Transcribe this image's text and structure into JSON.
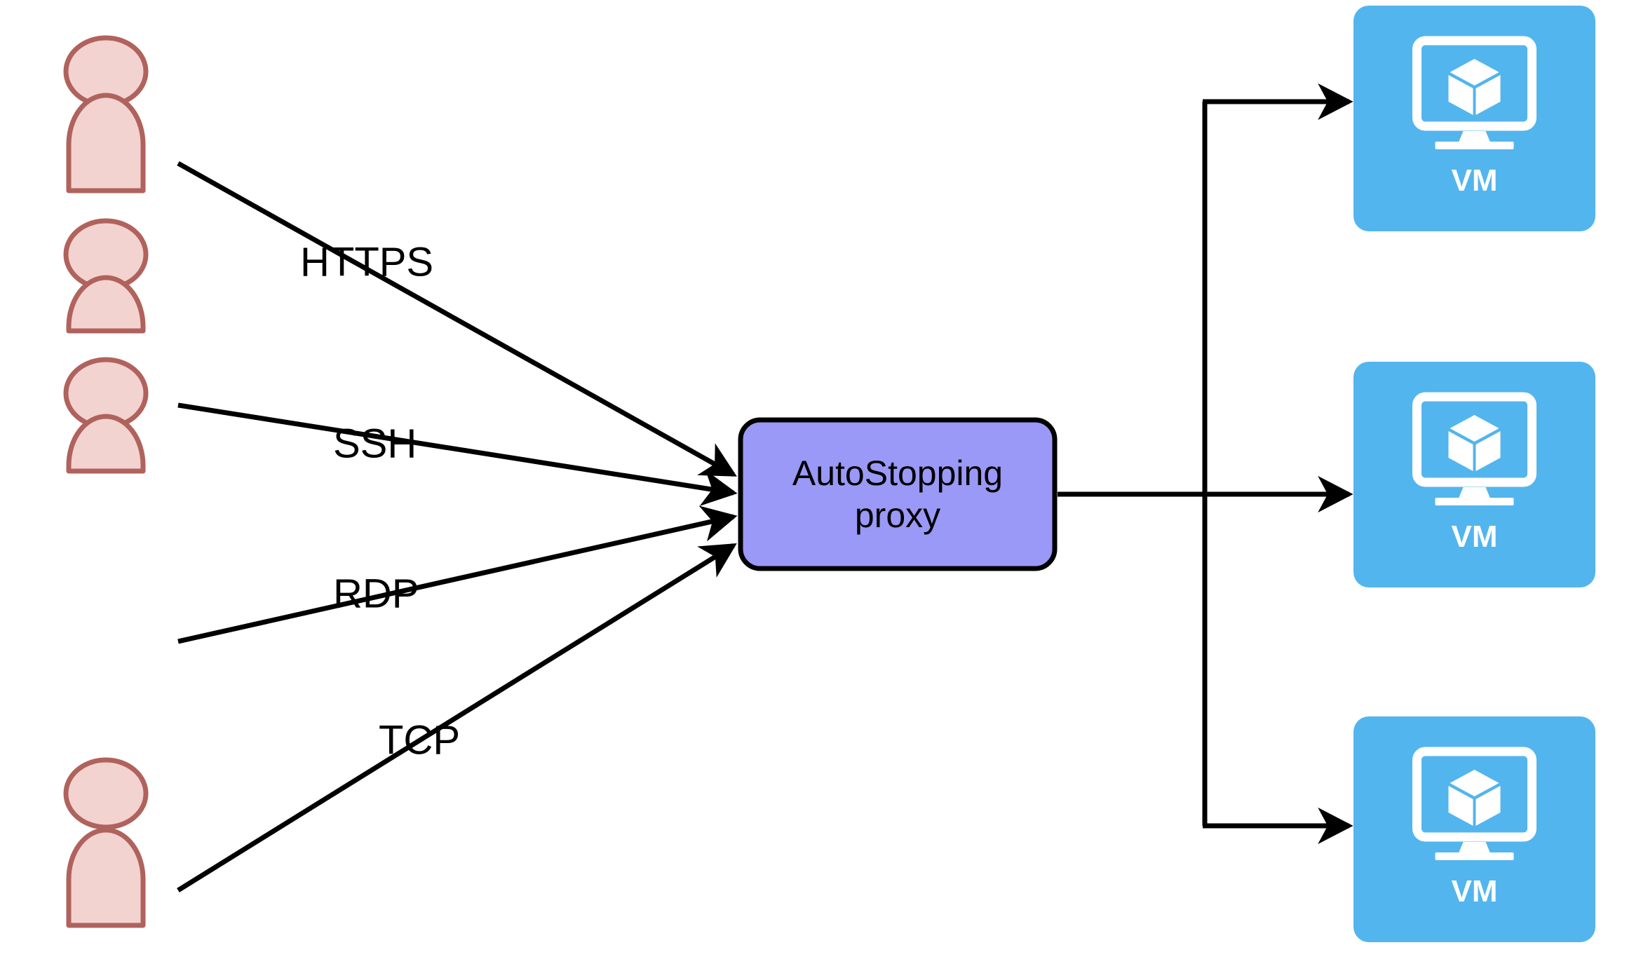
{
  "diagram": {
    "title": "AutoStopping proxy traffic flow",
    "background_color": "#ffffff",
    "actors": [
      {
        "name": "user-1",
        "icon": "person-icon"
      },
      {
        "name": "user-2",
        "icon": "person-icon"
      },
      {
        "name": "user-3",
        "icon": "person-icon"
      },
      {
        "name": "user-4",
        "icon": "person-icon"
      }
    ],
    "edge_labels": {
      "https": "HTTPS",
      "ssh": "SSH",
      "rdp": "RDP",
      "tcp": "TCP"
    },
    "proxy": {
      "line1": "AutoStopping",
      "line2": "proxy",
      "fill_color": "#9a99f7",
      "stroke_color": "#000000"
    },
    "targets": [
      {
        "name": "vm-1",
        "label": "VM",
        "icon": "monitor-cube-icon",
        "fill_color": "#53b5ed"
      },
      {
        "name": "vm-2",
        "label": "VM",
        "icon": "monitor-cube-icon",
        "fill_color": "#53b5ed"
      },
      {
        "name": "vm-3",
        "label": "VM",
        "icon": "monitor-cube-icon",
        "fill_color": "#53b5ed"
      }
    ],
    "colors": {
      "actor_fill": "#f2d3d0",
      "actor_stroke": "#b0625c",
      "edge_stroke": "#000000",
      "proxy_fill": "#9a99f7",
      "vm_fill": "#53b5ed",
      "vm_icon": "#ffffff"
    }
  }
}
